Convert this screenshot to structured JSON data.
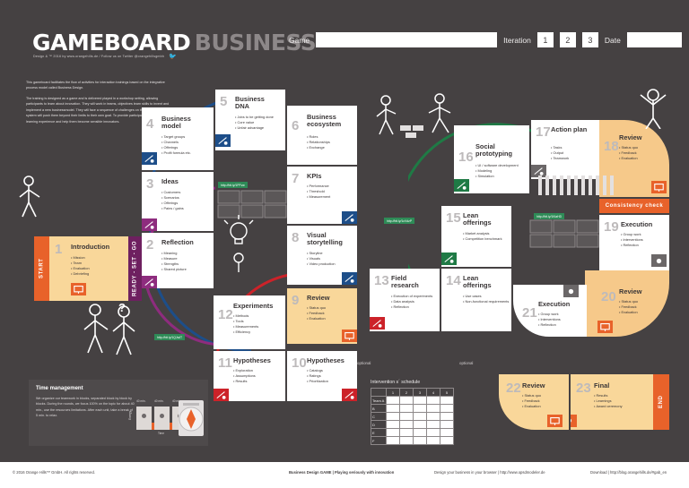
{
  "header": {
    "title_part1": "GAMEBOARD",
    "title_part2": "BUSINESS",
    "subline": "Design & ™ 2016 by www.orangehills.de / Follow us on Twitter @orangehillsgmbh",
    "twitter_icon": "twitter-bird",
    "game_label": "Game",
    "game_value": "",
    "game_placeholder": "",
    "iteration_label": "Iteration",
    "iterations": [
      "1",
      "2",
      "3"
    ],
    "date_label": "Date",
    "date_value": ""
  },
  "intro": {
    "p1": "This gameboard facilitates the flow of activities for interaction trainings based on the integrative process model called Business Design.",
    "p2": "The training is designed as a game and is delivered played in a workshop setting, allowing participants to learn about innovation. They will work in teams, objectives learn skills to invent and implement a new businessmodel. They will face a sequence of challenges on the way. A set of system will push them beyond their limits to their own goal. To provide participants with a unique learning experience and help them become sensible innovators."
  },
  "board": {
    "start_banner": "START",
    "ready_banner": "READY - SET - GO",
    "consistency_banner": "Consistency check",
    "end_banner": "END",
    "tiles": [
      {
        "n": "1",
        "title": "Introduction",
        "bullets": [
          "Mission",
          "Team",
          "Evaluation",
          "Debriefing"
        ]
      },
      {
        "n": "2",
        "title": "Reflection",
        "bullets": [
          "Meaning",
          "Measure",
          "Strengths",
          "Shared picture"
        ]
      },
      {
        "n": "3",
        "title": "Ideas",
        "bullets": [
          "Customers",
          "Scenarios",
          "Offerings",
          "Pains / gains"
        ]
      },
      {
        "n": "4",
        "title": "Business model",
        "bullets": [
          "Target groups",
          "Channels",
          "Offerings",
          "Profit formula etc."
        ]
      },
      {
        "n": "5",
        "title": "Business DNA",
        "bullets": [
          "Jobs to be getting done",
          "Core value",
          "Unfair advantage"
        ]
      },
      {
        "n": "6",
        "title": "Business ecosystem",
        "bullets": [
          "Roles",
          "Relationships",
          "Exchange"
        ]
      },
      {
        "n": "7",
        "title": "KPIs",
        "bullets": [
          "Performance",
          "Threshold",
          "Measurement"
        ]
      },
      {
        "n": "8",
        "title": "Visual storytelling",
        "bullets": [
          "Storyline",
          "Visuals",
          "Video production"
        ]
      },
      {
        "n": "9",
        "title": "Review",
        "bullets": [
          "Status quo",
          "Feedback",
          "Evaluation"
        ]
      },
      {
        "n": "10",
        "title": "Hypotheses",
        "bullets": [
          "Catalogs",
          "Ratings",
          "Prioritization"
        ]
      },
      {
        "n": "11",
        "title": "Hypotheses",
        "bullets": [
          "Exploration",
          "Assumptions",
          "Results"
        ]
      },
      {
        "n": "12",
        "title": "Experiments",
        "bullets": [
          "Methods",
          "Tools",
          "Measurements",
          "Efficiency"
        ]
      },
      {
        "n": "13",
        "title": "Field research",
        "bullets": [
          "Execution of experiments",
          "Data analysis",
          "Reflection"
        ]
      },
      {
        "n": "14",
        "title": "Lean offerings",
        "bullets": [
          "Use cases",
          "Non-functional requirements"
        ]
      },
      {
        "n": "15",
        "title": "Lean offerings",
        "bullets": [
          "Market analysis",
          "Competition benchmark"
        ]
      },
      {
        "n": "16",
        "title": "Social prototyping",
        "bullets": [
          "UI / software development",
          "Modeling",
          "Simulation"
        ]
      },
      {
        "n": "17",
        "title": "Action plan",
        "bullets": [
          "Tasks",
          "Output",
          "Teamwork"
        ]
      },
      {
        "n": "18",
        "title": "Review",
        "bullets": [
          "Status quo",
          "Feedback",
          "Evaluation"
        ]
      },
      {
        "n": "19",
        "title": "Execution",
        "bullets": [
          "Group work",
          "Interventions",
          "Reflection"
        ]
      },
      {
        "n": "20",
        "title": "Review",
        "bullets": [
          "Status quo",
          "Feedback",
          "Evaluation"
        ]
      },
      {
        "n": "21",
        "title": "Execution",
        "bullets": [
          "Group work",
          "Interventions",
          "Reflection"
        ]
      },
      {
        "n": "22",
        "title": "Review",
        "bullets": [
          "Status quo",
          "Feedback",
          "Evaluation"
        ]
      },
      {
        "n": "23",
        "title": "Final",
        "bullets": [
          "Results",
          "Learnings",
          "Award ceremony"
        ]
      }
    ],
    "optional_left": "optional",
    "optional_right": "optional",
    "url_chip_1": "http://bit.ly/1PFvw",
    "url_chip_2": "http://bit.ly/1cVdzP",
    "url_chip_3": "http://bit.ly/1KlaHD",
    "url_chip_4": "http://bit.ly/1QJwIT"
  },
  "time_panel": {
    "title": "Time management",
    "text": "We organize our teamwork in blocks, separated block by block by blocks. During the rounds, we focus 100% on the topic for about 40 min., use the resources limitations. After each unit, take a break of 5 min. to relax.",
    "bars": [
      "40 min.",
      "40 min.",
      "40 min."
    ],
    "axis_label": "Time",
    "value_label": "Energy",
    "clock_icon": "compass-clock"
  },
  "schedule": {
    "caption": "Intervention s´ schedule",
    "columns": [
      "1",
      "2",
      "3",
      "4",
      "5"
    ],
    "rows": [
      "Team A",
      "B",
      "C",
      "D",
      "E",
      "F"
    ]
  },
  "footer": {
    "copyright": "© 2016 Orange Hills™ GmbH. All rights reserved.",
    "center": "Business Design GAME | Playing seriously with innovation",
    "link1": "Design your business in your browser | http://www.opsdmodeler.de",
    "link2": "Download | http://blog.orangehills.de/#gab_en"
  },
  "colors": {
    "bg": "#454142",
    "orange": "#e8622a",
    "purple": "#8e2c7e",
    "blue": "#2f6ea5",
    "navy": "#1d4e89",
    "red": "#cc2229",
    "green": "#1f7a45",
    "dark": "#3a3637",
    "cream": "#f9d79a"
  }
}
